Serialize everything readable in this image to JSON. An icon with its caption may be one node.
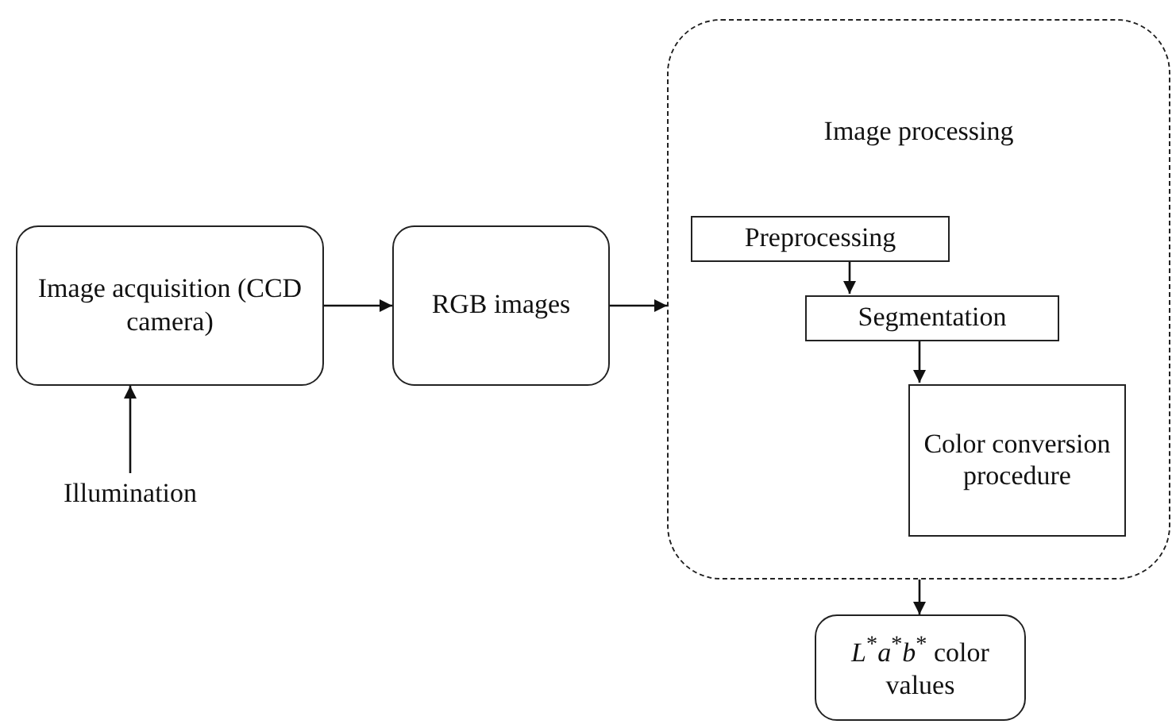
{
  "diagram": {
    "nodes": [
      {
        "text": [
          "Image acquisition (CCD camera)"
        ]
      },
      {
        "text": [
          "RGB images"
        ]
      },
      {
        "text": [
          "Illumination"
        ]
      },
      {
        "text": [
          "Image processing"
        ]
      },
      {
        "text": [
          "Preprocessing"
        ],
        "in": 3
      },
      {
        "text": [
          "Segmentation"
        ],
        "in": 3
      },
      {
        "text": [
          "Color conversion procedure"
        ],
        "in": 3
      },
      {
        "text": [
          "*L*$^{*}$*a*$^{*}$*b*$^{*}$ color values"
        ]
      }
    ],
    "edges": [
      {
        "from": 2,
        "to": 0,
        "arrow": "to"
      },
      {
        "from": 0,
        "to": 1,
        "arrow": "to"
      },
      {
        "from": 1,
        "to": 3,
        "arrow": "to"
      },
      {
        "from": 4,
        "to": 5,
        "arrow": "to"
      },
      {
        "from": 5,
        "to": 6,
        "arrow": "to"
      },
      {
        "from": 3,
        "to": 7,
        "arrow": "to"
      }
    ]
  }
}
